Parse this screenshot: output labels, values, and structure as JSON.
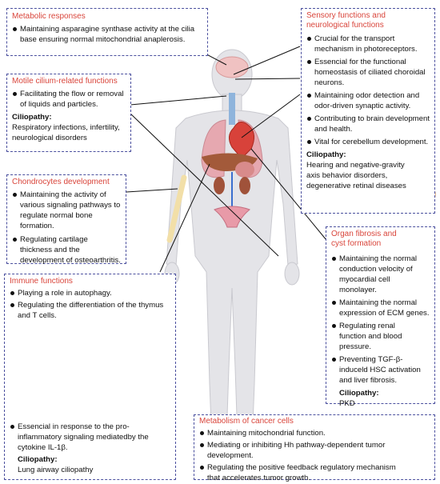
{
  "metabolic": {
    "title": "Metabolic responses",
    "items": [
      "Maintaining asparagine synthase activity at the cilia base ensuring normal mitochondrial anaplerosis."
    ]
  },
  "sensory": {
    "title": "Sensory functions and neurological functions",
    "items": [
      "Crucial for the transport mechanism in photoreceptors.",
      "Essencial for the functional homeostasis of ciliated choroidal neurons.",
      "Maintaining odor detection and odor-driven synaptic activity.",
      "Contributing to brain development and health.",
      "Vital for cerebellum development."
    ],
    "ciliopathy_label": "Ciliopathy:",
    "ciliopathy": "Hearing and negative-gravity axis behavior disorders, degenerative retinal diseases"
  },
  "motile": {
    "title": "Motile cilium-related functions",
    "items": [
      "Facilitating the flow or removal of liquids and particles."
    ],
    "ciliopathy_label": "Ciliopathy:",
    "ciliopathy": "Respiratory infections, infertility, neurological disorders"
  },
  "chondro": {
    "title": "Chondrocytes development",
    "items": [
      "Maintaining the activity of various signaling pathways to regulate normal bone formation.",
      "Regulating cartilage thickness and the development of osteoarthritis."
    ]
  },
  "organ": {
    "title": "Organ fibrosis and cyst formation",
    "items": [
      "Maintaining the normal conduction velocity of myocardial cell monolayer.",
      "Maintaining the normal expression of ECM genes.",
      "Regulating renal function and blood pressure.",
      "Preventing TGF-β-induceld HSC activation and liver fibrosis."
    ],
    "ciliopathy_label": "Ciliopathy:",
    "ciliopathy": "PKD"
  },
  "immune": {
    "title": "Immune functions",
    "items": [
      "Playing a role  in autophagy.",
      "Regulating the differentiation of the thymus and T cells.",
      "Essencial in response to the pro-inflammatory signaling mediatedby the cytokine IL-1β."
    ],
    "ciliopathy_label": "Ciliopathy:",
    "ciliopathy": "Lung airway ciliopathy"
  },
  "cancer": {
    "title": "Metabolism of cancer cells",
    "items": [
      "Maintaining mitochondrial function.",
      "Mediating or inhibiting Hh pathway-dependent tumor development.",
      "Regulating the positive feedback regulatory mechanism that accelerates tumor growth."
    ]
  },
  "colors": {
    "title_red": "#d9453b",
    "border_blue": "#4a4f9e",
    "body_gray": "#e3e3e6"
  }
}
